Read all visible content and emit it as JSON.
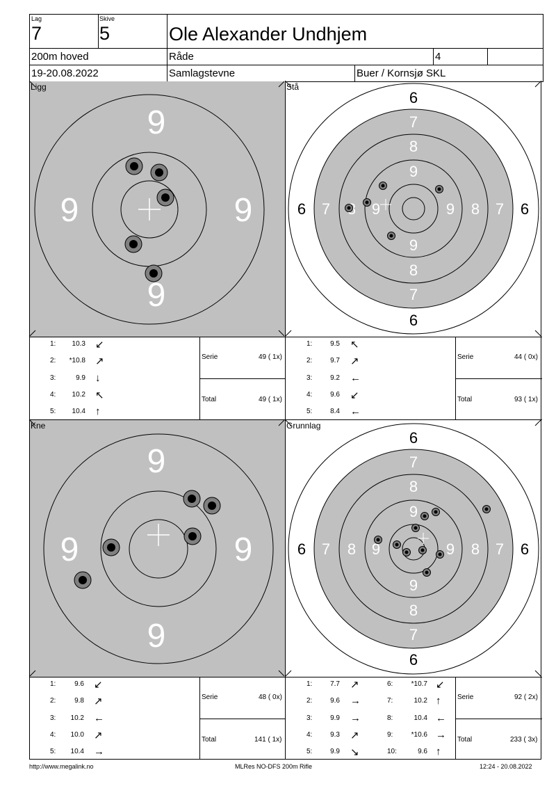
{
  "header": {
    "lag_label": "Lag",
    "lag_value": "7",
    "skive_label": "Skive",
    "skive_value": "5",
    "name": "Ole Alexander Undhjem",
    "class": "200m hoved",
    "club": "Råde",
    "class_number": "4",
    "date": "19-20.08.2022",
    "event": "Samlagstevne",
    "venue": "Buer / Kornsjø SKL"
  },
  "panels": [
    {
      "title": "Ligg",
      "shots": [
        {
          "n": "1:",
          "v": "10.3",
          "a": "↙"
        },
        {
          "n": "2:",
          "v": "*10.8",
          "a": "↗"
        },
        {
          "n": "3:",
          "v": "9.9",
          "a": "↓"
        },
        {
          "n": "4:",
          "v": "10.2",
          "a": "↖"
        },
        {
          "n": "5:",
          "v": "10.4",
          "a": "↑"
        }
      ],
      "serie_label": "Serie",
      "serie": "49 ( 1x)",
      "total_label": "Total",
      "total": "49 ( 1x)"
    },
    {
      "title": "Stå",
      "shots": [
        {
          "n": "1:",
          "v": "9.5",
          "a": "↖"
        },
        {
          "n": "2:",
          "v": "9.7",
          "a": "↗"
        },
        {
          "n": "3:",
          "v": "9.2",
          "a": "←"
        },
        {
          "n": "4:",
          "v": "9.6",
          "a": "↙"
        },
        {
          "n": "5:",
          "v": "8.4",
          "a": "←"
        }
      ],
      "serie_label": "Serie",
      "serie": "44 ( 0x)",
      "total_label": "Total",
      "total": "93 ( 1x)"
    },
    {
      "title": "Kne",
      "shots": [
        {
          "n": "1:",
          "v": "9.6",
          "a": "↙"
        },
        {
          "n": "2:",
          "v": "9.8",
          "a": "↗"
        },
        {
          "n": "3:",
          "v": "10.2",
          "a": "←"
        },
        {
          "n": "4:",
          "v": "10.0",
          "a": "↗"
        },
        {
          "n": "5:",
          "v": "10.4",
          "a": "→"
        }
      ],
      "serie_label": "Serie",
      "serie": "48 ( 0x)",
      "total_label": "Total",
      "total": "141 ( 1x)"
    },
    {
      "title": "Grunnlag",
      "shots": [
        {
          "n": "1:",
          "v": "7.7",
          "a": "↗"
        },
        {
          "n": "2:",
          "v": "9.6",
          "a": "→"
        },
        {
          "n": "3:",
          "v": "9.9",
          "a": "→"
        },
        {
          "n": "4:",
          "v": "9.3",
          "a": "↗"
        },
        {
          "n": "5:",
          "v": "9.9",
          "a": "↘"
        },
        {
          "n": "6:",
          "v": "*10.7",
          "a": "↙"
        },
        {
          "n": "7:",
          "v": "10.2",
          "a": "↑"
        },
        {
          "n": "8:",
          "v": "10.4",
          "a": "←"
        },
        {
          "n": "9:",
          "v": "*10.6",
          "a": "→"
        },
        {
          "n": "10:",
          "v": "9.6",
          "a": "↑"
        }
      ],
      "serie_label": "Serie",
      "serie": "92 ( 2x)",
      "total_label": "Total",
      "total": "233 ( 3x)"
    }
  ],
  "rings": {
    "zoom_nine": "9",
    "full": [
      "6",
      "7",
      "8",
      "9"
    ]
  },
  "footer": {
    "url": "http://www.megalink.no",
    "software": "MLRes NO-DFS 200m Rifle",
    "timestamp": "12:24 - 20.08.2022"
  },
  "colors": {
    "target_gray": "#c0c0c0",
    "hole_gray": "#808080"
  }
}
